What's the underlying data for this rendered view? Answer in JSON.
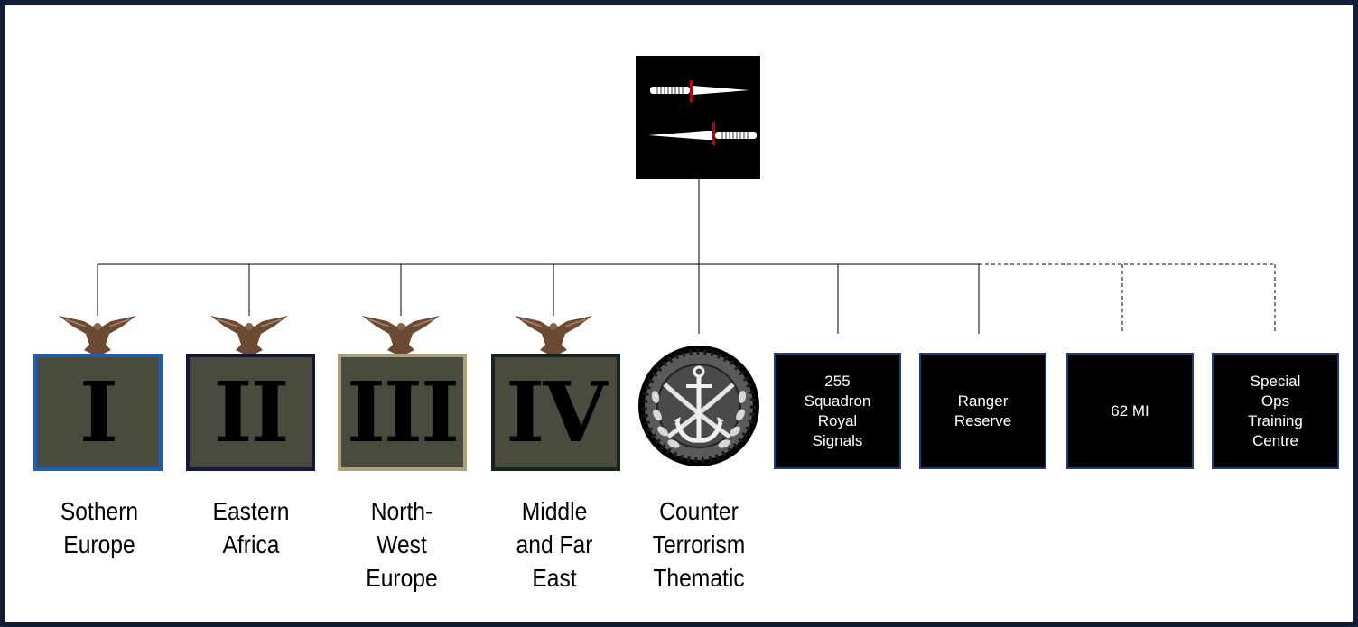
{
  "hq": {
    "emblem": "crossed-daggers-emblem"
  },
  "regions": [
    {
      "numeral": "I",
      "label": "Sothern\nEurope",
      "border": "#1f5fb0"
    },
    {
      "numeral": "II",
      "label": "Eastern\nAfrica",
      "border": "#141a35"
    },
    {
      "numeral": "III",
      "label": "North-\nWest\nEurope",
      "border": "#a8a27a"
    },
    {
      "numeral": "IV",
      "label": "Middle\nand Far\nEast",
      "border": "#15241c"
    }
  ],
  "counter_terrorism": {
    "emblem": "anchor-wreath-emblem",
    "label": "Counter\nTerrorism\nThematic"
  },
  "units": [
    {
      "label": "255\nSquadron\nRoyal\nSignals",
      "link": "solid"
    },
    {
      "label": "Ranger\nReserve",
      "link": "solid"
    },
    {
      "label": "62 MI",
      "link": "dashed"
    },
    {
      "label": "Special\nOps\nTraining\nCentre",
      "link": "dashed"
    }
  ],
  "colors": {
    "frame": "#121c33",
    "unit_box": "#000000",
    "unit_border": "#1f3d7a",
    "patch_fill": "#4b4a3f"
  }
}
